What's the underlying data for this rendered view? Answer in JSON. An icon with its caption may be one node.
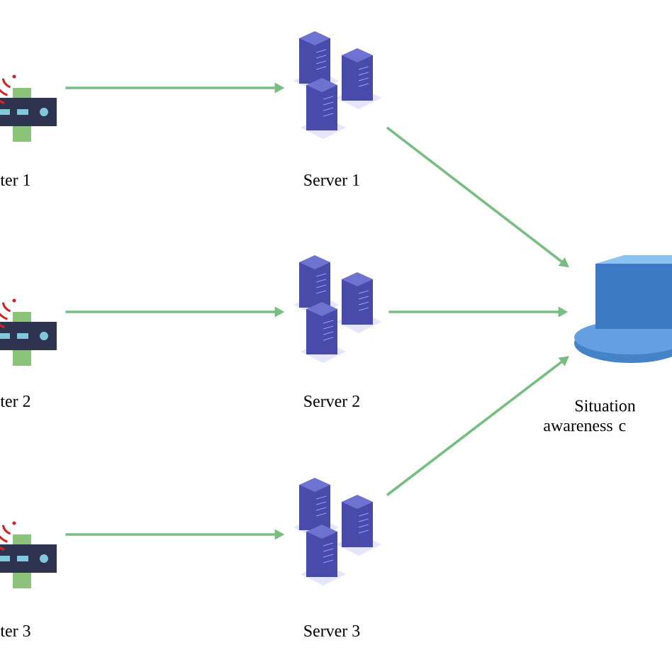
{
  "diagram": {
    "nodes": [
      {
        "text": [
          "ter 1"
        ]
      },
      {
        "text": [
          "Server 1"
        ]
      },
      {
        "text": [
          "ter 2"
        ]
      },
      {
        "text": [
          "Server 2"
        ]
      },
      {
        "text": [
          "ter 3"
        ]
      },
      {
        "text": [
          "Server 3"
        ]
      },
      {
        "text": [
          "Situation awareness c"
        ]
      }
    ],
    "edges": [
      {
        "from": 0,
        "to": 1,
        "arrow": "to"
      },
      {
        "from": 2,
        "to": 3,
        "arrow": "to"
      },
      {
        "from": 4,
        "to": 5,
        "arrow": "to"
      },
      {
        "from": 1,
        "to": 6,
        "arrow": "to"
      },
      {
        "from": 3,
        "to": 6,
        "arrow": "to"
      },
      {
        "from": 5,
        "to": 6,
        "arrow": "to"
      }
    ]
  }
}
